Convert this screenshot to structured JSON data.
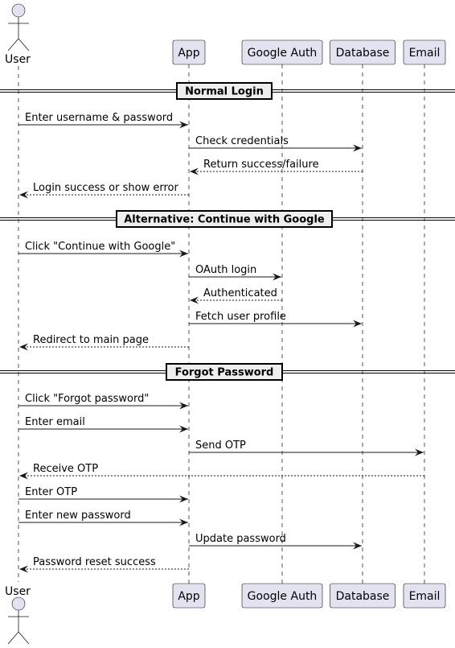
{
  "participants": [
    {
      "id": "user",
      "label": "User",
      "kind": "actor"
    },
    {
      "id": "app",
      "label": "App",
      "kind": "participant"
    },
    {
      "id": "google_auth",
      "label": "Google Auth",
      "kind": "participant"
    },
    {
      "id": "database",
      "label": "Database",
      "kind": "participant"
    },
    {
      "id": "email",
      "label": "Email",
      "kind": "participant"
    }
  ],
  "dividers": [
    {
      "label": "Normal Login"
    },
    {
      "label": "Alternative: Continue with Google"
    },
    {
      "label": "Forgot Password"
    }
  ],
  "messages": [
    {
      "from": "user",
      "to": "app",
      "label": "Enter username & password",
      "style": "solid"
    },
    {
      "from": "app",
      "to": "database",
      "label": "Check credentials",
      "style": "solid"
    },
    {
      "from": "database",
      "to": "app",
      "label": "Return success/failure",
      "style": "dashed"
    },
    {
      "from": "app",
      "to": "user",
      "label": "Login success or show error",
      "style": "dashed"
    },
    {
      "from": "user",
      "to": "app",
      "label": "Click \"Continue with Google\"",
      "style": "solid"
    },
    {
      "from": "app",
      "to": "google_auth",
      "label": "OAuth login",
      "style": "solid"
    },
    {
      "from": "google_auth",
      "to": "app",
      "label": "Authenticated",
      "style": "dashed"
    },
    {
      "from": "app",
      "to": "database",
      "label": "Fetch user profile",
      "style": "solid"
    },
    {
      "from": "app",
      "to": "user",
      "label": "Redirect to main page",
      "style": "dashed"
    },
    {
      "from": "user",
      "to": "app",
      "label": "Click \"Forgot password\"",
      "style": "solid"
    },
    {
      "from": "user",
      "to": "app",
      "label": "Enter email",
      "style": "solid"
    },
    {
      "from": "app",
      "to": "email",
      "label": "Send OTP",
      "style": "solid"
    },
    {
      "from": "email",
      "to": "user",
      "label": "Receive OTP",
      "style": "dashed"
    },
    {
      "from": "user",
      "to": "app",
      "label": "Enter OTP",
      "style": "solid"
    },
    {
      "from": "user",
      "to": "app",
      "label": "Enter new password",
      "style": "solid"
    },
    {
      "from": "app",
      "to": "database",
      "label": "Update password",
      "style": "solid"
    },
    {
      "from": "app",
      "to": "user",
      "label": "Password reset success",
      "style": "dashed"
    }
  ]
}
